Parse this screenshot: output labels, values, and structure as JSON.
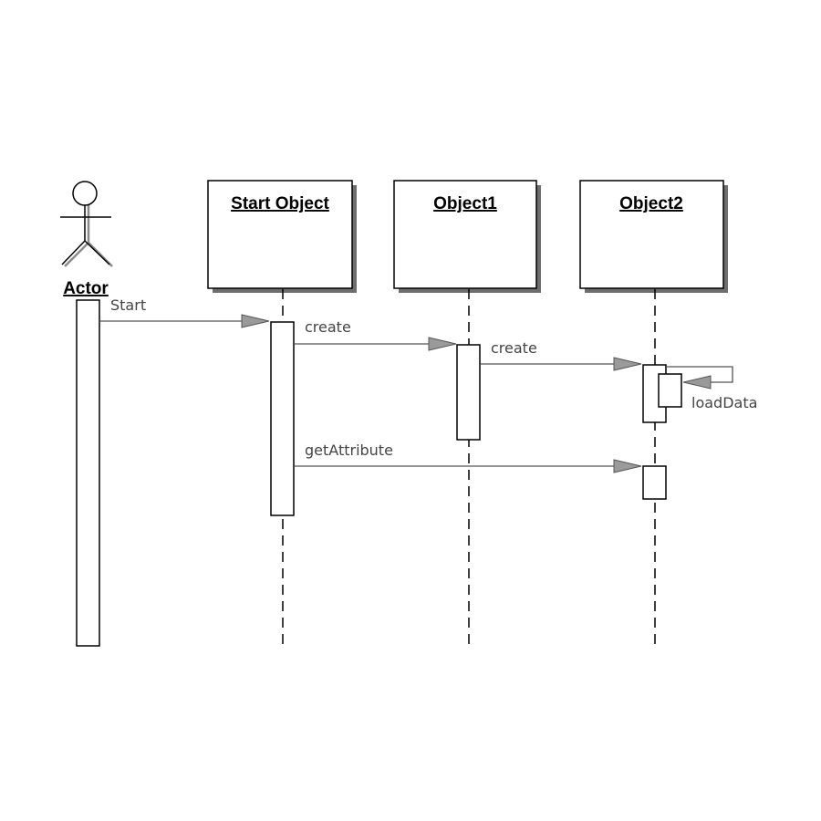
{
  "actor": {
    "label": "Actor"
  },
  "participants": [
    {
      "title": "Start Object"
    },
    {
      "title": "Object1"
    },
    {
      "title": "Object2"
    }
  ],
  "messages": [
    {
      "label": "Start"
    },
    {
      "label": "create"
    },
    {
      "label": "create"
    },
    {
      "label": "loadData"
    },
    {
      "label": "getAttribute"
    }
  ]
}
